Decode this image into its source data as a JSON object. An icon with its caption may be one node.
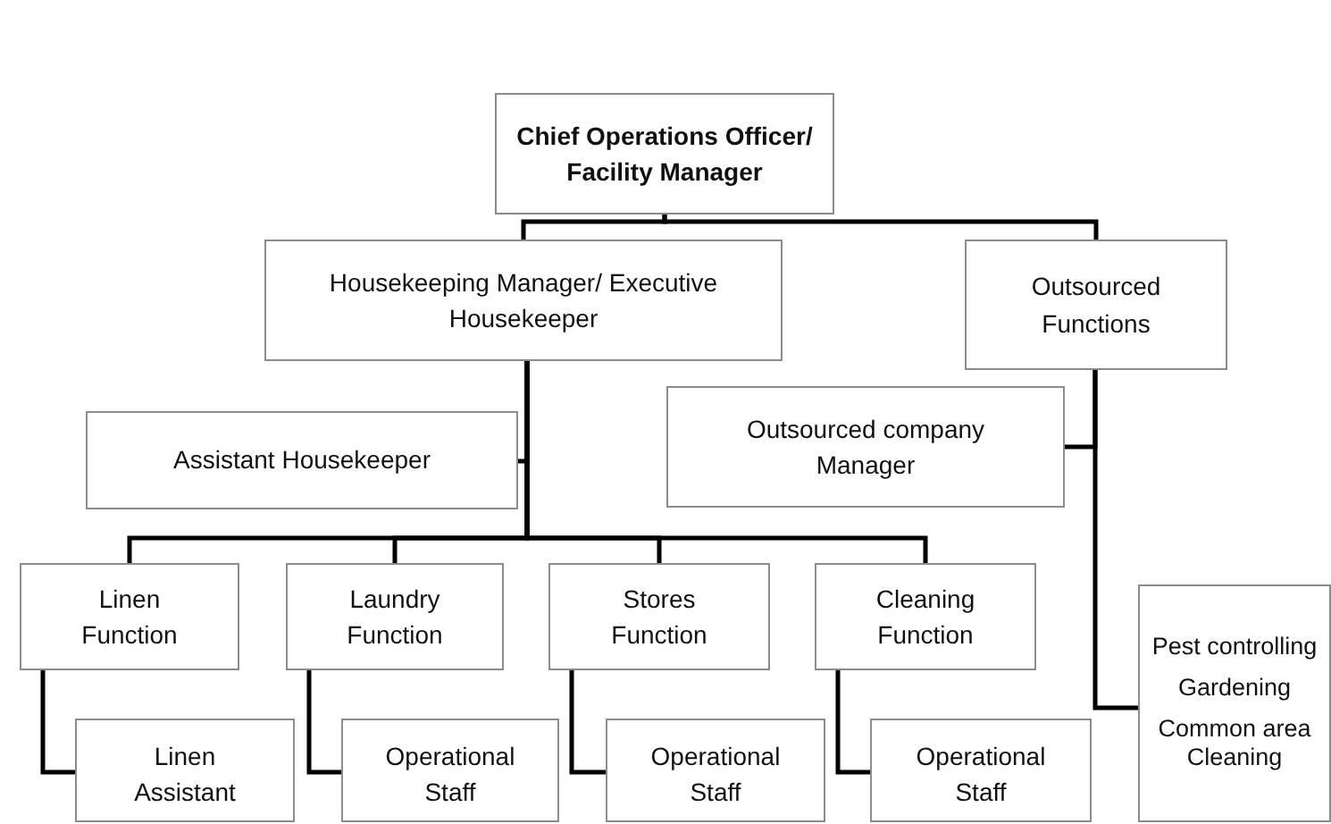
{
  "diagram": {
    "nodes": [
      {
        "text": [
          "Chief Operations Officer/ Facility Manager"
        ]
      },
      {
        "text": [
          "Housekeeping Manager/ Executive Housekeeper"
        ]
      },
      {
        "text": [
          "Outsourced Functions"
        ]
      },
      {
        "text": [
          "Assistant Housekeeper"
        ]
      },
      {
        "text": [
          "Outsourced company Manager"
        ]
      },
      {
        "text": [
          "Linen Function"
        ]
      },
      {
        "text": [
          "Laundry Function"
        ]
      },
      {
        "text": [
          "Stores Function"
        ]
      },
      {
        "text": [
          "Cleaning Function"
        ]
      },
      {
        "text": [
          "Linen Assistant"
        ]
      },
      {
        "text": [
          "Operational Staff"
        ]
      },
      {
        "text": [
          "Operational Staff"
        ]
      },
      {
        "text": [
          "Operational Staff"
        ]
      },
      {
        "text": [
          "Pest controlling",
          "Gardening",
          "Common area Cleaning"
        ]
      }
    ],
    "edges": [
      {
        "from": 0,
        "to": 1,
        "arrow": "none"
      },
      {
        "from": 0,
        "to": 2,
        "arrow": "none"
      },
      {
        "from": 1,
        "to": 3,
        "arrow": "none"
      },
      {
        "from": 2,
        "to": 4,
        "arrow": "none"
      },
      {
        "from": 1,
        "to": 5,
        "arrow": "none"
      },
      {
        "from": 1,
        "to": 6,
        "arrow": "none"
      },
      {
        "from": 1,
        "to": 7,
        "arrow": "none"
      },
      {
        "from": 1,
        "to": 8,
        "arrow": "none"
      },
      {
        "from": 5,
        "to": 9,
        "arrow": "none"
      },
      {
        "from": 6,
        "to": 10,
        "arrow": "none"
      },
      {
        "from": 7,
        "to": 11,
        "arrow": "none"
      },
      {
        "from": 8,
        "to": 12,
        "arrow": "none"
      },
      {
        "from": 2,
        "to": 13,
        "arrow": "none"
      }
    ]
  }
}
